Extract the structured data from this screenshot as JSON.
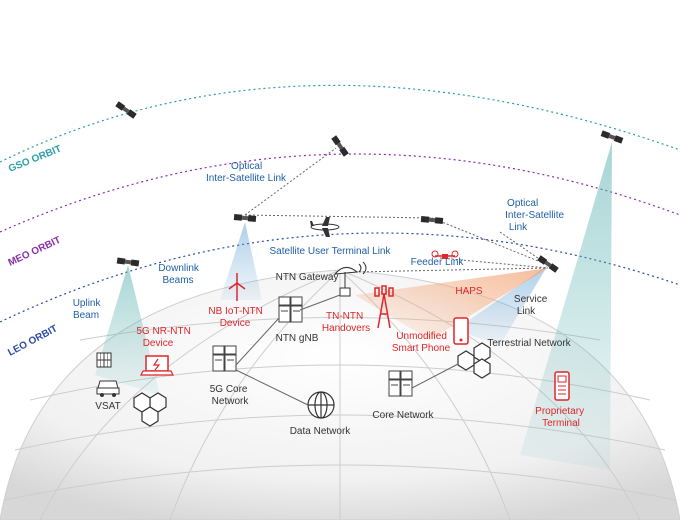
{
  "orbits": {
    "gso": {
      "label": "GSO ORBIT",
      "color": "#2a9fa6"
    },
    "meo": {
      "label": "MEO ORBIT",
      "color": "#8b2fa8"
    },
    "leo": {
      "label": "LEO ORBIT",
      "color": "#2a4aa8"
    }
  },
  "labels": {
    "optical_isl_left": [
      "Optical",
      "Inter-Satellite Link"
    ],
    "optical_isl_right": [
      "Optical",
      "Inter-Satellite",
      "Link"
    ],
    "sat_user_terminal_link": "Satellite User Terminal Link",
    "downlink_beams": [
      "Downlink",
      "Beams"
    ],
    "uplink_beam": [
      "Uplink",
      "Beam"
    ],
    "ntn_gateway": "NTN Gateway",
    "feeder_link": "Feeder Link",
    "haps": "HAPS",
    "service_link": [
      "Service",
      "Link"
    ],
    "nb_iot_ntn": [
      "NB IoT-NTN",
      "Device"
    ],
    "tn_ntn": [
      "TN-NTN",
      "Handovers"
    ],
    "unmodified_phone": [
      "Unmodified",
      "Smart Phone"
    ],
    "fiveg_nr_ntn": [
      "5G NR-NTN",
      "Device"
    ],
    "ntn_gnb": "NTN gNB",
    "terrestrial_network": "Terrestrial Network",
    "fiveg_core": [
      "5G Core",
      "Network"
    ],
    "vsat": "VSAT",
    "core_network": "Core Network",
    "data_network": "Data Network",
    "proprietary_terminal": [
      "Proprietary",
      "Terminal"
    ]
  },
  "colors": {
    "label_blue": "#1f5fa8",
    "label_red": "#e0262b",
    "label_dark": "#333333",
    "globe_grid": "#c9c9c9",
    "beam_fill": "#5fb3b3"
  }
}
